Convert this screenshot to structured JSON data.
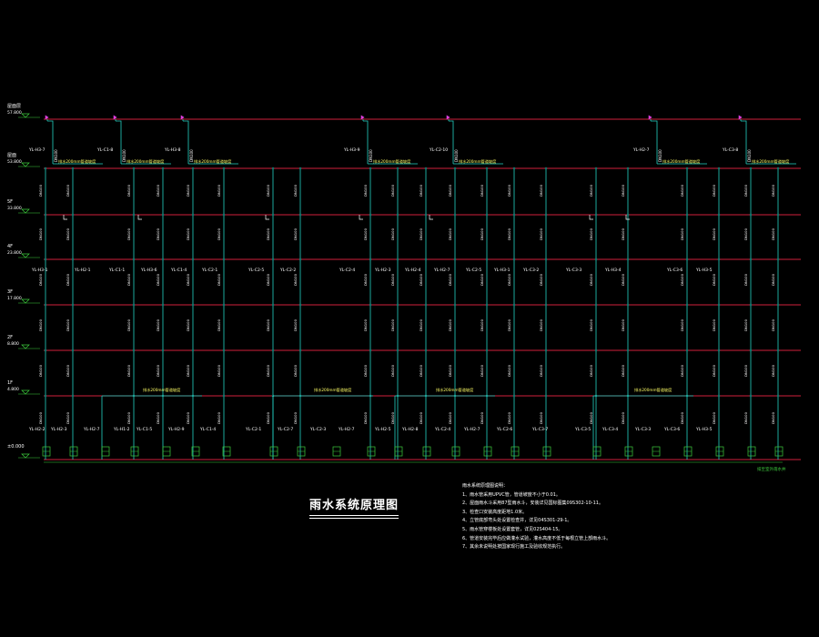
{
  "title": "雨水系统原理图",
  "levels": [
    {
      "name": "屋面层",
      "elev": "57.800"
    },
    {
      "name": "屋面",
      "elev": "53.800"
    },
    {
      "name": "5F",
      "elev": "33.800"
    },
    {
      "name": "4F",
      "elev": "23.800"
    },
    {
      "name": "3F",
      "elev": "17.800"
    },
    {
      "name": "2F",
      "elev": "8.800"
    },
    {
      "name": "1F",
      "elev": "4.800"
    },
    {
      "name": "±0.000",
      "elev": ""
    }
  ],
  "roof_risers": [
    "YL-H3-7",
    "YL-C1-8",
    "YL-H3-8",
    "YL-H3-9",
    "YL-C2-10",
    "YL-H2-7",
    "YL-C3-8"
  ],
  "floor_risers": [
    "YL-H3-1",
    "YL-H2-1",
    "YL-C1-1",
    "YL-H3-6",
    "YL-C1-4",
    "YL-C2-1",
    "YL-C2-5",
    "YL-C2-2",
    "YL-C2-4",
    "YL-H2-3",
    "YL-H2-4",
    "YL-H2-7",
    "YL-C2-5",
    "YL-H3-1",
    "YL-C3-2",
    "YL-C3-3",
    "YL-H3-4",
    "YL-C3-6",
    "YL-H3-5"
  ],
  "ground_risers": [
    "YL-H2-2",
    "YL-H2-3",
    "YL-H2-7",
    "YL-H1-2",
    "YL-C1-5",
    "YL-H2-9",
    "YL-C1-4",
    "YL-C2-1",
    "YL-C2-7",
    "YL-C2-3",
    "YL-H2-7",
    "YL-H2-5",
    "YL-H2-8",
    "YL-C2-4",
    "YL-H2-7",
    "YL-C2-6",
    "YL-C3-7",
    "YL-C3-5",
    "YL-C3-4",
    "YL-C3-3",
    "YL-C3-6",
    "YL-H3-5"
  ],
  "header_labels": [
    "排水200mm管道坡度",
    "排水200mm管道坡度",
    "排水200mm管道坡度",
    "排水200mm管道坡度",
    "排水200mm管道坡度",
    "排水200mm管道坡度",
    "排水200mm管道坡度"
  ],
  "lower_header_labels": [
    "排水200mm管道坡度",
    "排水200mm管道坡度",
    "排水200mm管道坡度",
    "排水200mm管道坡度"
  ],
  "outfall_label": "排至室外雨水井",
  "notes": [
    "雨水系统原理图说明：",
    "1、雨水管采用UPVC管，管道坡度不小于0.01。",
    "2、屋面雨水斗采用87型雨水斗，安装详见国标图集09S302-10-11。",
    "3、检查口安装高度距地1.0米。",
    "4、立管底部弯头处设置检查井，详见04S301-29-1。",
    "5、雨水管穿楼板处设置套管，详见02S404-15。",
    "6、管道安装完毕后应做灌水试验，灌水高度不低于每根立管上部雨水斗。",
    "7、其余未说明处按国家现行施工及验收规范执行。"
  ],
  "colors": {
    "background": "#000000",
    "floor_line": "#d0203c",
    "pipe": "#22d3c4",
    "text": "#ffffff",
    "accent": "#ffff66",
    "magenta": "#e040e0",
    "fixture": "#3dcc3d"
  }
}
